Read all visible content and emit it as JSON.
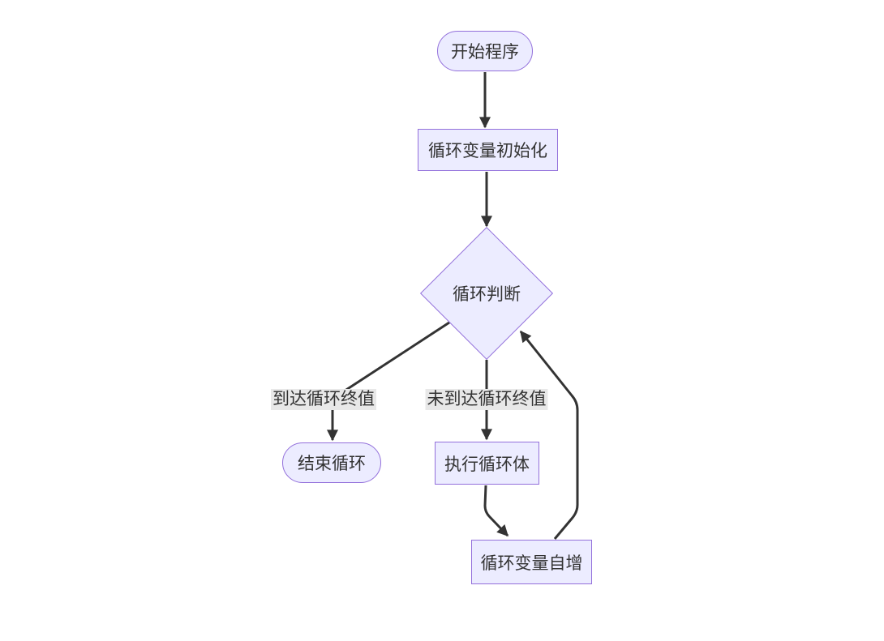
{
  "diagram": {
    "type": "flowchart",
    "direction": "top-down",
    "nodes": {
      "start": {
        "shape": "stadium",
        "label": "开始程序"
      },
      "init": {
        "shape": "rect",
        "label": "循环变量初始化"
      },
      "judge": {
        "shape": "diamond",
        "label": "循环判断"
      },
      "end": {
        "shape": "stadium",
        "label": "结束循环"
      },
      "body": {
        "shape": "rect",
        "label": "执行循环体"
      },
      "incr": {
        "shape": "rect",
        "label": "循环变量自增"
      }
    },
    "edges": [
      {
        "from": "start",
        "to": "init",
        "label": ""
      },
      {
        "from": "init",
        "to": "judge",
        "label": ""
      },
      {
        "from": "judge",
        "to": "end",
        "label": "到达循环终值"
      },
      {
        "from": "judge",
        "to": "body",
        "label": "未到达循环终值"
      },
      {
        "from": "body",
        "to": "incr",
        "label": ""
      },
      {
        "from": "incr",
        "to": "judge",
        "label": ""
      }
    ],
    "colors": {
      "background": "#ffffff",
      "node_fill": "#ECECFF",
      "node_border": "#9370DB",
      "edge_line": "#333333",
      "edge_label_bg": "#e8e8e8",
      "text": "#333333"
    }
  }
}
